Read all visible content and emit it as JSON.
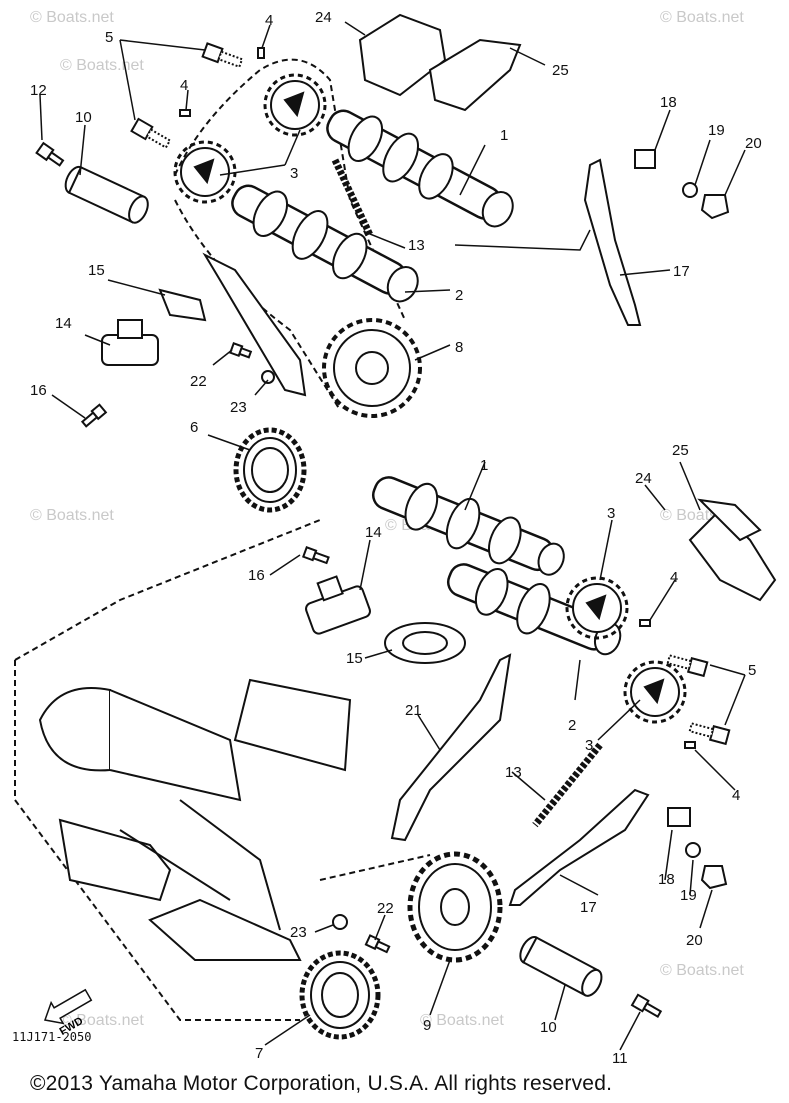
{
  "watermark": "© Boats.net",
  "drawing_code": "11J171-2050",
  "fwd_label": "FWD",
  "copyright": "©2013 Yamaha Motor Corporation, U.S.A. All rights reserved.",
  "callouts": {
    "c1a": "1",
    "c2a": "2",
    "c3a": "3",
    "c4a": "4",
    "c4b": "4",
    "c5a": "5",
    "c6": "6",
    "c8": "8",
    "c10a": "10",
    "c12": "12",
    "c13a": "13",
    "c14a": "14",
    "c15a": "15",
    "c16a": "16",
    "c17a": "17",
    "c18a": "18",
    "c19a": "19",
    "c20a": "20",
    "c22a": "22",
    "c23a": "23",
    "c24a": "24",
    "c25a": "25",
    "c1b": "1",
    "c2b": "2",
    "c3b": "3",
    "c3c": "3",
    "c4c": "4",
    "c4d": "4",
    "c5b": "5",
    "c7": "7",
    "c9": "9",
    "c10b": "10",
    "c11": "11",
    "c13b": "13",
    "c14b": "14",
    "c15b": "15",
    "c16b": "16",
    "c17b": "17",
    "c18b": "18",
    "c19b": "19",
    "c20b": "20",
    "c21": "21",
    "c22b": "22",
    "c23b": "23",
    "c24b": "24",
    "c25b": "25"
  }
}
